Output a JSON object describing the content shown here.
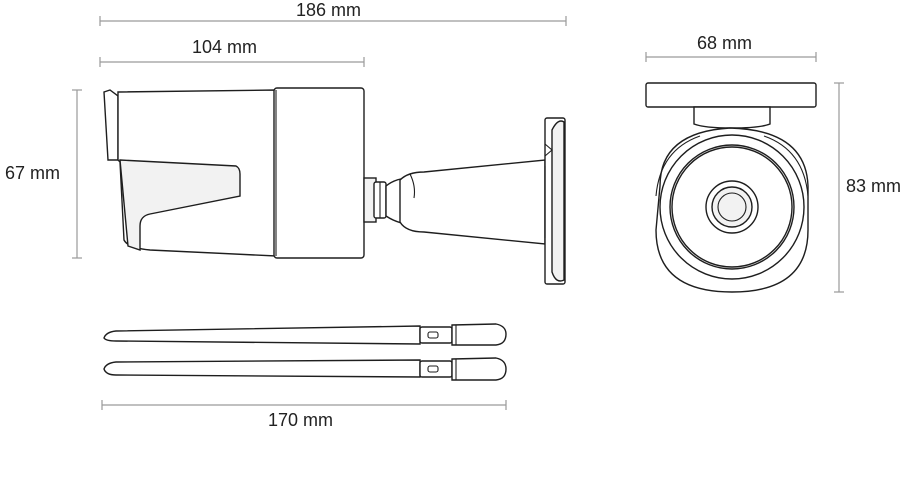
{
  "dimensions": {
    "total_length": "186 mm",
    "body_length": "104 mm",
    "height_side": "67 mm",
    "width_front": "68 mm",
    "height_front": "83 mm",
    "antenna_length": "170 mm"
  }
}
